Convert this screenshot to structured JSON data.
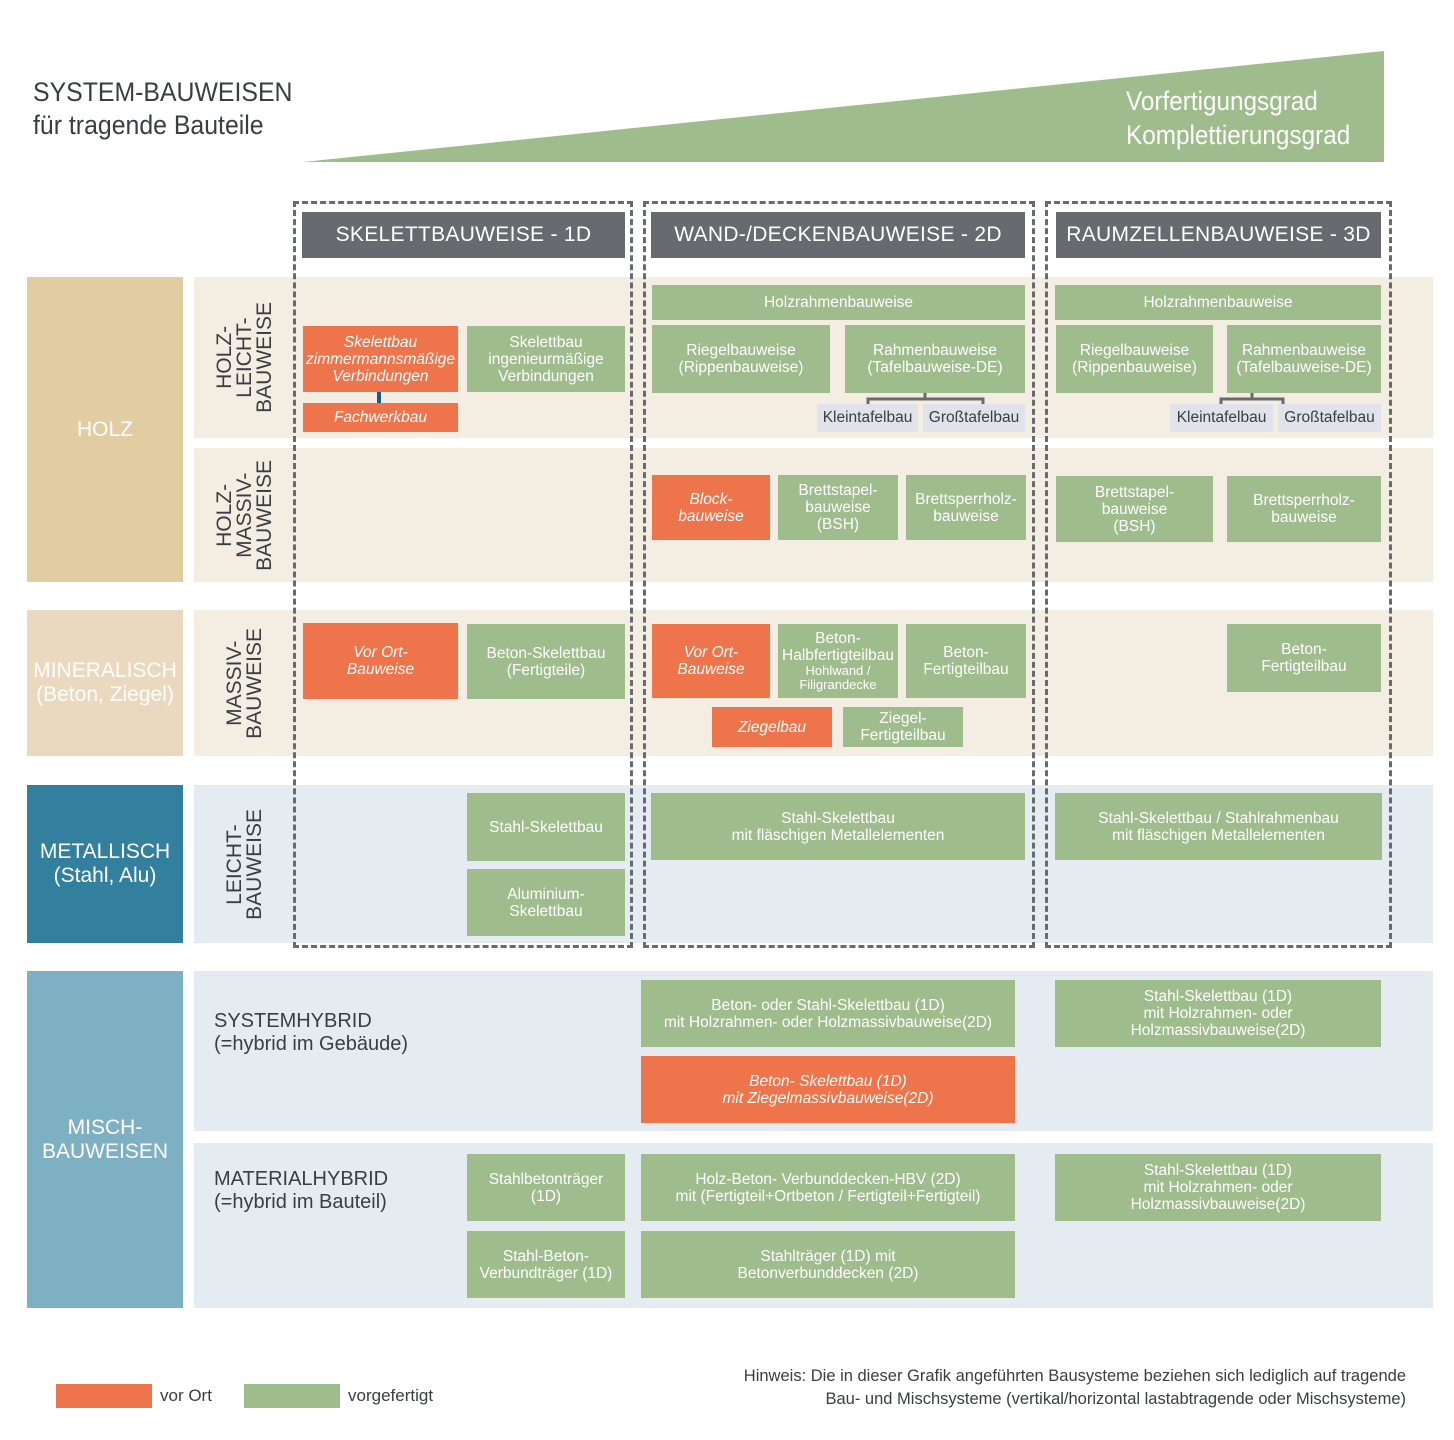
{
  "title": {
    "line1": "SYSTEM-BAUWEISEN",
    "line2": "für tragende Bauteile"
  },
  "wedge": {
    "line1": "Vorfertigungsgrad",
    "line2": "Komplettierungsgrad",
    "color": "#9fbc8c"
  },
  "columns": [
    {
      "label": "SKELETTBAUWEISE - 1D"
    },
    {
      "label": "WAND-/DECKENBAUWEISE - 2D"
    },
    {
      "label": "RAUMZELLENBAUWEISE - 3D"
    }
  ],
  "materials": {
    "holz": {
      "label": "HOLZ",
      "color": "#e2cda3"
    },
    "mineralisch": {
      "label": "MINERALISCH\n(Beton, Ziegel)",
      "color": "#ead9be"
    },
    "metallisch": {
      "label": "METALLISCH\n(Stahl, Alu)",
      "color": "#32809e"
    },
    "misch": {
      "label": "MISCH-\nBAUWEISEN",
      "color": "#7eb0c4"
    }
  },
  "rows": {
    "holz_leicht": "HOLZ-\nLEICHT-\nBAUWEISE",
    "holz_massiv": "HOLZ-\nMASSIV-\nBAUWEISE",
    "massiv": "MASSIV-\nBAUWEISE",
    "leicht": "LEICHT-\nBAUWEISE",
    "systemhybrid": "SYSTEMHYBRID\n(=hybrid im Gebäude)",
    "materialhybrid": "MATERIALHYBRID\n(=hybrid im Bauteil)"
  },
  "boxes": {
    "hl_1d_zimmer": "Skelettbau\nzimmermannsmäßige\nVerbindungen",
    "hl_1d_fachwerk": "Fachwerkbau",
    "hl_1d_ingenieur": "Skelettbau\ningenieurmäßige\nVerbindungen",
    "hl_2d_holzrahmen": "Holzrahmenbauweise",
    "hl_2d_riegel": "Riegelbauweise\n(Rippenbauweise)",
    "hl_2d_rahmen": "Rahmenbauweise\n(Tafelbauweise-DE)",
    "hl_2d_klein": "Kleintafelbau",
    "hl_2d_gross": "Großtafelbau",
    "hl_3d_holzrahmen": "Holzrahmenbauweise",
    "hl_3d_riegel": "Riegelbauweise\n(Rippenbauweise)",
    "hl_3d_rahmen": "Rahmenbauweise\n(Tafelbauweise-DE)",
    "hl_3d_klein": "Kleintafelbau",
    "hl_3d_gross": "Großtafelbau",
    "hm_2d_block": "Block-\nbauweise",
    "hm_2d_brettstapel": "Brettstapel-\nbauweise\n(BSH)",
    "hm_2d_brettsperr": "Brettsperrholz-\nbauweise",
    "hm_3d_brettstapel": "Brettstapel-\nbauweise\n(BSH)",
    "hm_3d_brettsperr": "Brettsperrholz-\nbauweise",
    "mv_1d_vorort": "Vor Ort-\nBauweise",
    "mv_1d_beton": "Beton-Skelettbau\n(Fertigteile)",
    "mv_2d_vorort": "Vor Ort-\nBauweise",
    "mv_2d_halb_title": "Beton-\nHalbfertigteilbau",
    "mv_2d_halb_sub": "Hohlwand /\nFiligrandecke",
    "mv_2d_fertig": "Beton-\nFertigteilbau",
    "mv_2d_ziegel": "Ziegelbau",
    "mv_2d_ziegelfertig": "Ziegel-\nFertigteilbau",
    "mv_3d_fertig": "Beton-\nFertigteilbau",
    "lb_1d_stahl": "Stahl-Skelettbau",
    "lb_1d_alu": "Aluminium-\nSkelettbau",
    "lb_2d_stahl": "Stahl-Skelettbau\nmit fläschigen Metallelementen",
    "lb_3d_stahl": "Stahl-Skelettbau / Stahlrahmenbau\nmit fläschigen Metallelementen",
    "sh_2d_betonstahl": "Beton- oder Stahl-Skelettbau (1D)\nmit Holzrahmen- oder Holzmassivbauweise(2D)",
    "sh_2d_ziegel": "Beton- Skelettbau (1D)\nmit Ziegelmassivbauweise(2D)",
    "sh_3d_stahl": "Stahl-Skelettbau (1D)\nmit Holzrahmen- oder Holzmassivbauweise(2D)",
    "mh_1d_stahlbeton": "Stahlbetonträger\n(1D)",
    "mh_1d_verbund": "Stahl-Beton-\nVerbundträger (1D)",
    "mh_2d_hbv": "Holz-Beton- Verbunddecken-HBV (2D)\nmit (Fertigteil+Ortbeton / Fertigteil+Fertigteil)",
    "mh_2d_stahltraeger": "Stahlträger (1D) mit\nBetonverbunddecken (2D)",
    "mh_3d_stahl": "Stahl-Skelettbau (1D)\nmit Holzrahmen- oder Holzmassivbauweise(2D)"
  },
  "legend": [
    {
      "label": "vor Ort",
      "color": "#ee744b"
    },
    {
      "label": "vorgefertigt",
      "color": "#9fbc8c"
    }
  ],
  "note": "Hinweis: Die in dieser Grafik angeführten Bausysteme beziehen sich lediglich auf tragende\nBau- und Mischsysteme (vertikal/horizontal lastabtragende oder Mischsysteme)"
}
